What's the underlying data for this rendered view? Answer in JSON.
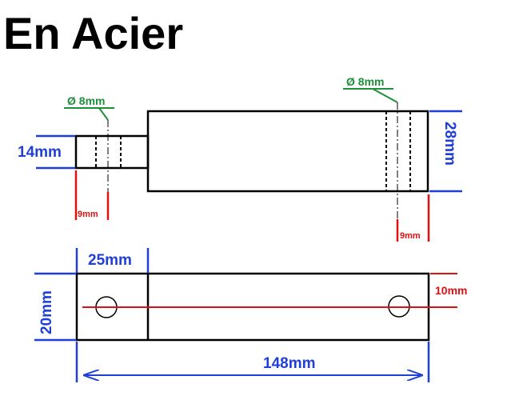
{
  "title": "En Acier",
  "colors": {
    "outline": "#000000",
    "dimension": "#1f3fd8",
    "hole_annotation": "#1e8f3a",
    "axis": "#e01010"
  },
  "labels": {
    "hole_left": "Ø 8mm",
    "hole_right": "Ø 8mm",
    "height_small": "14mm",
    "height_large": "28mm",
    "offset_left": "9mm",
    "offset_right": "9mm",
    "length_small": "25mm",
    "width": "20mm",
    "center_offset": "10mm",
    "total_length": "148mm"
  }
}
